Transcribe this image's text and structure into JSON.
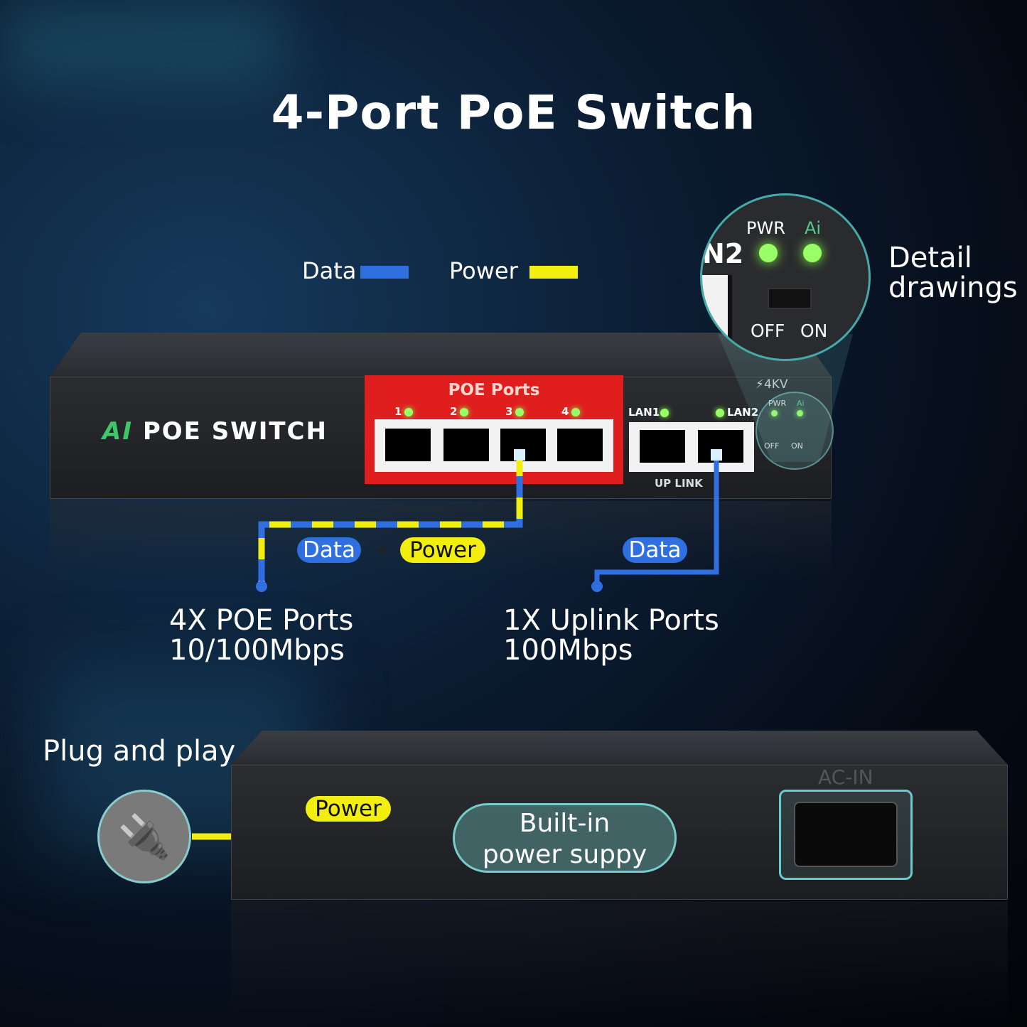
{
  "title": "4-Port PoE Switch",
  "legend": {
    "data_label": "Data",
    "power_label": "Power",
    "data_color": "#2f6fe0",
    "power_color": "#f2ee10"
  },
  "front": {
    "brand_ai": "AI",
    "brand_rest": "POE SWITCH",
    "poe_ports_label": "POE Ports",
    "port_numbers": [
      "1",
      "2",
      "3",
      "4"
    ],
    "lan1": "LAN1",
    "lan2": "LAN2",
    "uplink": "UP LINK",
    "surge": "4KV",
    "pwr": "PWR",
    "ai": "Ai",
    "off": "OFF",
    "on": "ON"
  },
  "detail": {
    "n2": "N2",
    "pwr": "PWR",
    "ai": "Ai",
    "off": "OFF",
    "on": "ON",
    "caption_line1": "Detail",
    "caption_line2": "drawings"
  },
  "pills": {
    "data1": "Data",
    "plus": "+",
    "power1": "Power",
    "data2": "Data",
    "power2": "Power",
    "builtin_line1": "Built-in",
    "builtin_line2": "power suppy"
  },
  "callouts": {
    "poe_line1": "4X POE Ports",
    "poe_line2": "10/100Mbps",
    "uplink_line1": "1X Uplink Ports",
    "uplink_line2": "100Mbps",
    "plug": "Plug and play"
  },
  "rear": {
    "ac_in": "AC-IN"
  },
  "icons": {
    "plug": "power-plug-icon",
    "surge": "lightning-icon"
  }
}
